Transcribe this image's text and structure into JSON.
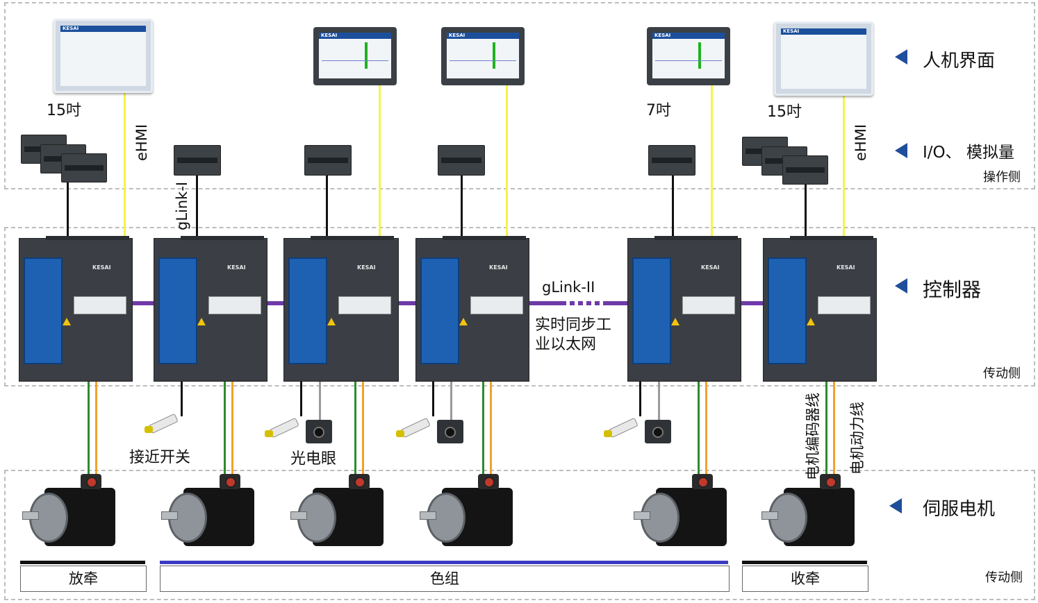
{
  "zones": {
    "operation_side": "操作侧",
    "drive_side_controllers": "传动侧",
    "drive_side_motors": "传动侧"
  },
  "side_labels": {
    "hmi": "人机界面",
    "io": "I/O、 模拟量",
    "controller": "控制器",
    "servo": "伺服电机"
  },
  "hmi_sizes": {
    "left": "15吋",
    "seven": "7吋",
    "right": "15吋"
  },
  "links": {
    "ehmi_left": "eHMI",
    "ehmi_right": "eHMI",
    "glink1": "gLink-I",
    "glink2": "gLink-II",
    "ethernet_line1": "实时同步工",
    "ethernet_line2": "业以太网"
  },
  "sensors": {
    "proximity": "接近开关",
    "photo_eye": "光电眼"
  },
  "motor_cables": {
    "encoder": "电机编码器线",
    "power": "电机动力线"
  },
  "groups": {
    "unwind": "放牵",
    "color": "色组",
    "rewind": "收牵"
  },
  "brand": "KESAI",
  "colors": {
    "ehmi_link": "#f7f34a",
    "glink1_link": "#111111",
    "ethernet": "#6f3aa8",
    "encoder_cable": "#2e8b2e",
    "power_cable": "#f0a22b",
    "sensor_cable": "#9a9a9a",
    "group_unwind": "#111111",
    "group_color": "#3b3bc2",
    "group_rewind": "#111111",
    "arrow": "#1f4e9a"
  }
}
